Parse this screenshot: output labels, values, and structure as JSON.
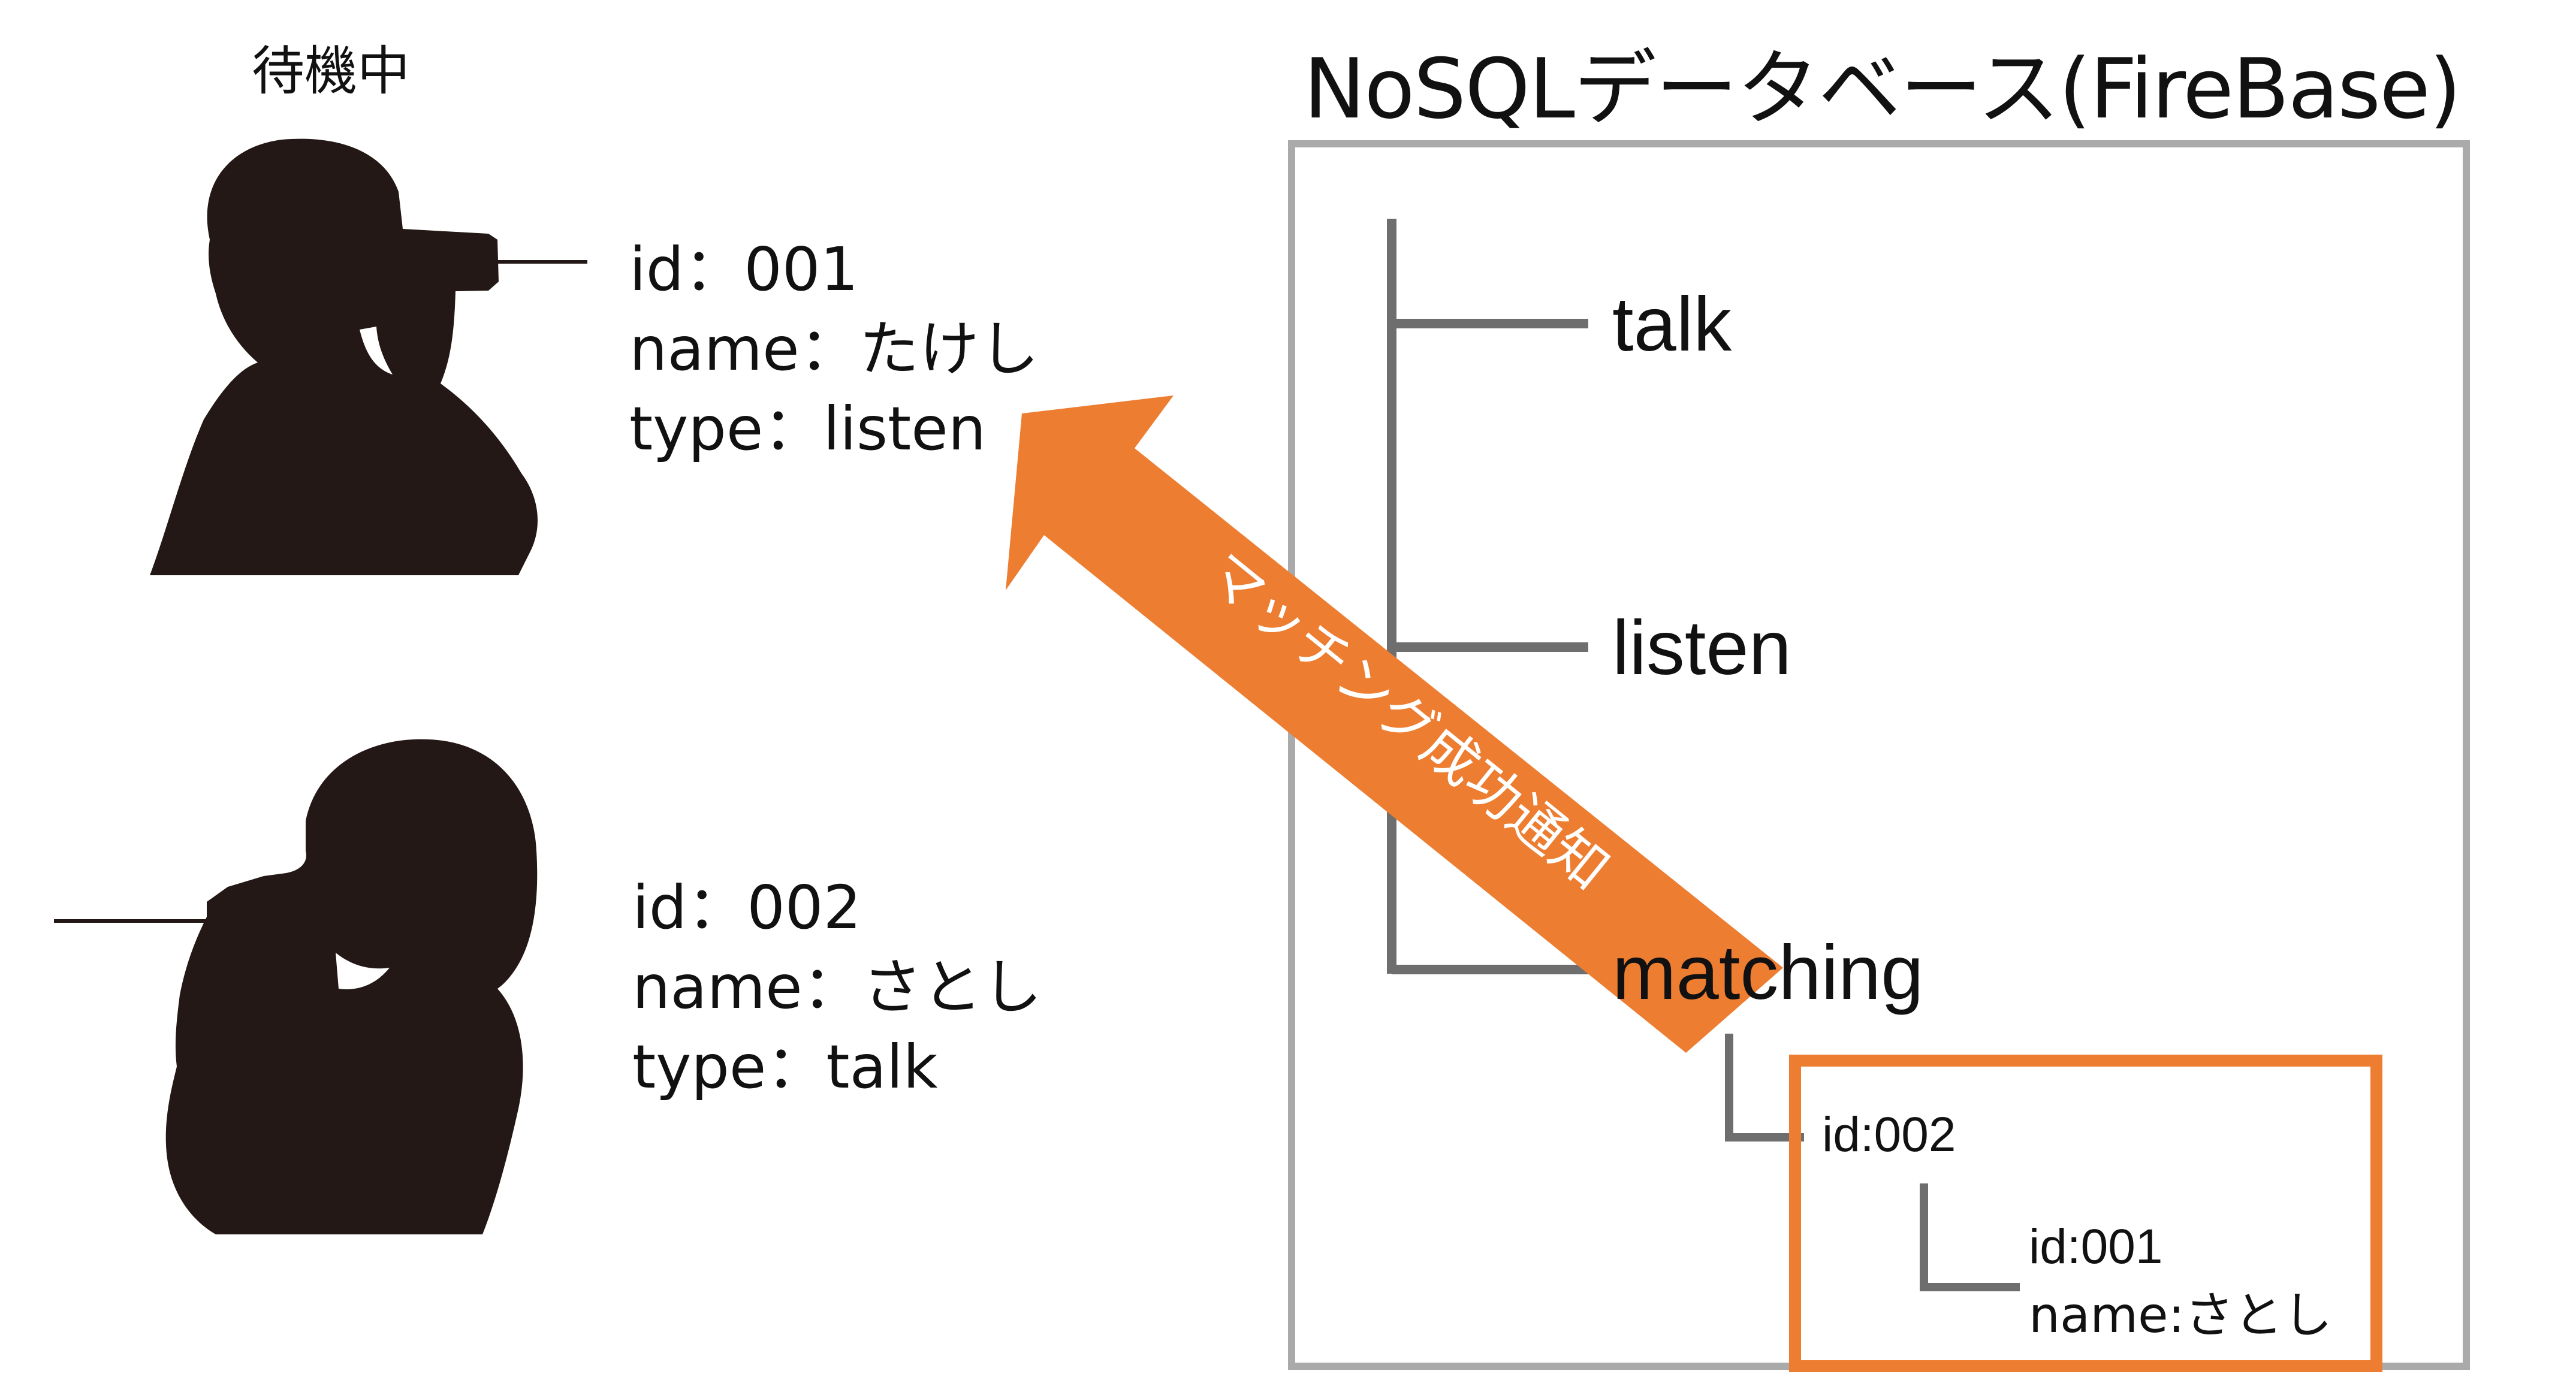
{
  "waiting_label": "待機中",
  "database": {
    "title": "NoSQLデータベース(FireBase)",
    "nodes": {
      "talk": "talk",
      "listen": "listen",
      "matching": "matching"
    },
    "match_record": {
      "id_line": "id:002",
      "child_id_line": "id:001",
      "child_name_line": "name:さとし"
    }
  },
  "users": [
    {
      "id_line": "id：001",
      "name_line": "name：たけし",
      "type_line": "type：listen"
    },
    {
      "id_line": "id：002",
      "name_line": "name：さとし",
      "type_line": "type：talk"
    }
  ],
  "notification_label": "マッチング成功通知",
  "colors": {
    "accent_orange": "#ED7D31",
    "db_border": "#AAAAAA",
    "tree_line": "#6E6E6E",
    "silhouette": "#231815"
  },
  "icons": [
    "listener-silhouette-icon",
    "talker-silhouette-icon"
  ]
}
